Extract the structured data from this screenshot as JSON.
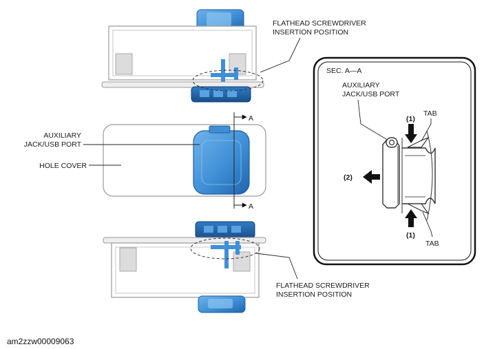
{
  "labels": {
    "screwdriver_top_line1": "FLATHEAD SCREWDRIVER",
    "screwdriver_top_line2": "INSERTION POSITION",
    "aux_port_line1": "AUXILIARY",
    "aux_port_line2": "JACK/USB PORT",
    "hole_cover": "HOLE COVER",
    "section_mark_top": "A",
    "section_mark_bottom": "A",
    "screwdriver_bottom_line1": "FLATHEAD SCREWDRIVER",
    "screwdriver_bottom_line2": "INSERTION POSITION"
  },
  "section_view": {
    "title": "SEC. A—A",
    "aux_port_line1": "AUXILIARY",
    "aux_port_line2": "JACK/USB PORT",
    "tab_top": "TAB",
    "tab_bottom": "TAB",
    "step_1_top": "(1)",
    "step_1_bottom": "(1)",
    "step_2": "(2)"
  },
  "figure_code": "am2zzw00009063",
  "colors": {
    "port_blue": "#3f8fd6",
    "port_dark": "#1d5fa3",
    "port_light": "#a9d2f2",
    "outline": "#8a8a8a"
  }
}
